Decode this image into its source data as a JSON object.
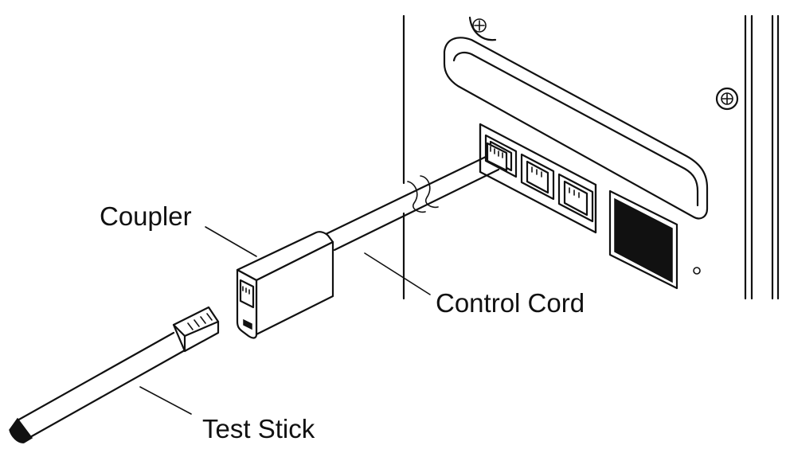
{
  "labels": {
    "coupler": "Coupler",
    "control_cord": "Control Cord",
    "test_stick": "Test Stick"
  },
  "colors": {
    "ink": "#111111",
    "background": "#ffffff"
  }
}
